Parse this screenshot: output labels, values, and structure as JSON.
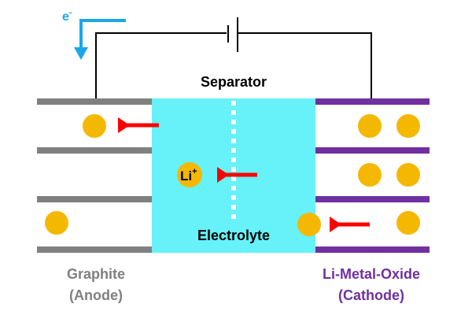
{
  "labels": {
    "electron": "e",
    "electron_sup": "-",
    "separator": "Separator",
    "electrolyte": "Electrolyte",
    "ion": "Li",
    "ion_sup": "+",
    "anode_line1": "Graphite",
    "anode_line2": "(Anode)",
    "cathode_line1": "Li-Metal-Oxide",
    "cathode_line2": "(Cathode)"
  },
  "colors": {
    "electrolyte": "#66f2f8",
    "anode": "#808080",
    "cathode": "#7030a0",
    "lithium": "#f5b800",
    "arrow": "#ff0000",
    "electron_arrow": "#1aa7e8",
    "circuit": "#000000",
    "separator": "#ffffff"
  }
}
